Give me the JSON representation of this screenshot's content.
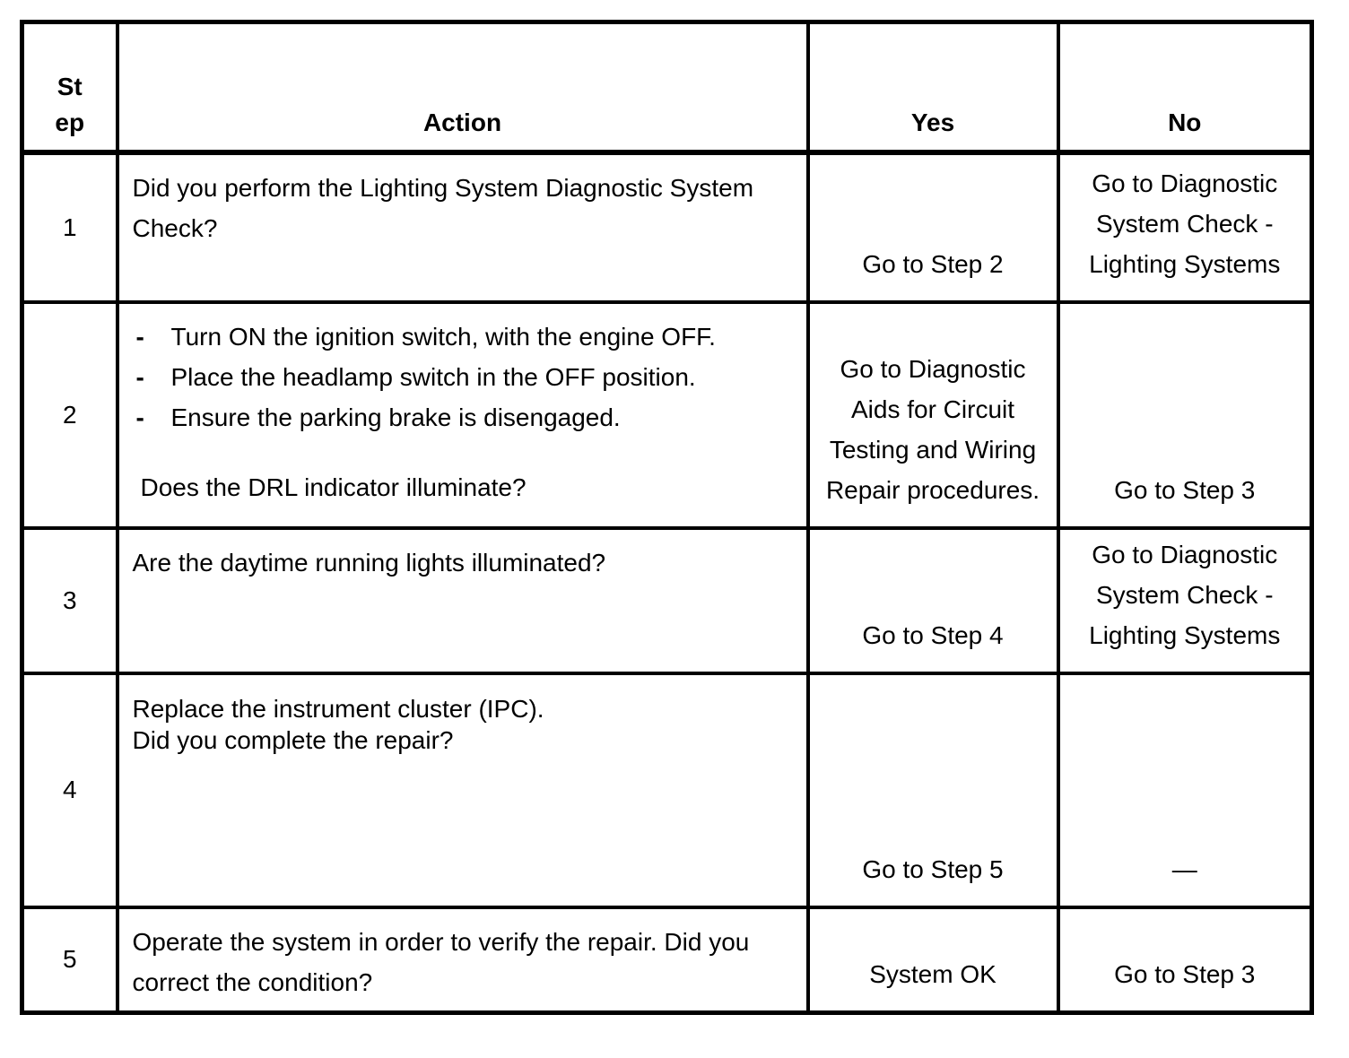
{
  "table": {
    "headers": {
      "step": "St\nep",
      "action": "Action",
      "yes": "Yes",
      "no": "No"
    },
    "rows": [
      {
        "step": "1",
        "action": {
          "text": "Did you perform the Lighting System Diagnostic System\nCheck?"
        },
        "yes": "Go to Step 2",
        "no": "Go to Diagnostic\nSystem Check -\nLighting Systems"
      },
      {
        "step": "2",
        "action": {
          "bullet_marker": "-",
          "bullets": [
            "Turn ON the ignition switch, with the engine OFF.",
            "Place the headlamp switch in the OFF position.",
            "Ensure the parking brake is disengaged."
          ],
          "question": "Does the DRL indicator illuminate?"
        },
        "yes": "Go to Diagnostic\nAids for Circuit\nTesting and Wiring\nRepair procedures.",
        "no": "Go to Step 3"
      },
      {
        "step": "3",
        "action": {
          "text": "Are the daytime running lights illuminated?"
        },
        "yes": "Go to Step 4",
        "no": "Go to Diagnostic\nSystem Check -\nLighting Systems"
      },
      {
        "step": "4",
        "action": {
          "text": "Replace the instrument cluster (IPC).\nDid you complete the repair?"
        },
        "yes": "Go to Step 5",
        "no": "—"
      },
      {
        "step": "5",
        "action": {
          "text": "Operate the system in order to verify the repair. Did you\ncorrect the condition?"
        },
        "yes": "System OK",
        "no": "Go to Step 3"
      }
    ]
  }
}
